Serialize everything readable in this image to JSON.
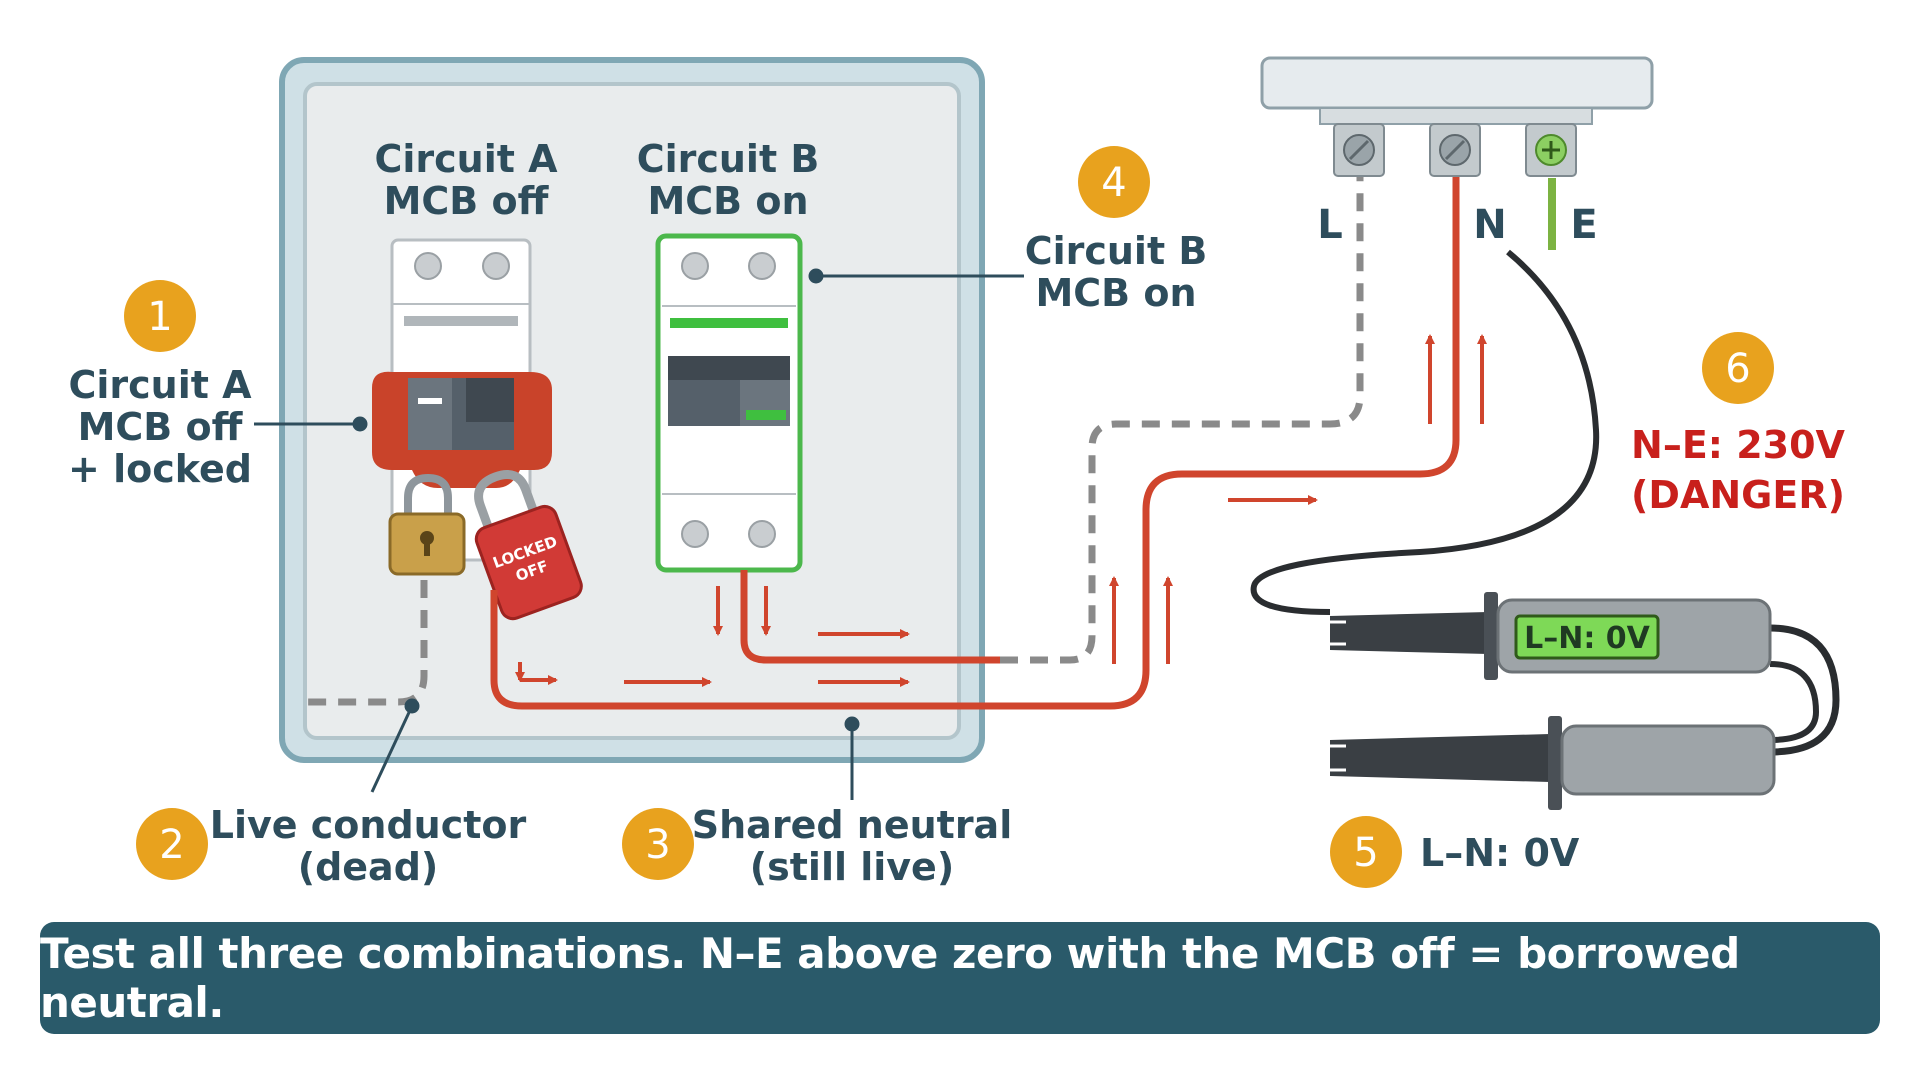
{
  "labels": {
    "circuit_a_top": [
      "Circuit A",
      "MCB off"
    ],
    "circuit_b_top": [
      "Circuit B",
      "MCB on"
    ],
    "callout_1": [
      "Circuit A",
      "MCB off",
      "+ locked"
    ],
    "callout_2": [
      "Live conductor",
      "(dead)"
    ],
    "callout_3": [
      "Shared neutral",
      "(still live)"
    ],
    "callout_4": [
      "Circuit B",
      "MCB on"
    ],
    "callout_5": "L–N: 0V",
    "callout_6": [
      "N–E: 230V",
      "(DANGER)"
    ]
  },
  "markers": [
    "1",
    "2",
    "3",
    "4",
    "5",
    "6"
  ],
  "terminals": {
    "live": "L",
    "neutral": "N",
    "earth": "E"
  },
  "padlock_tag": [
    "LOCKED",
    "OFF"
  ],
  "tester_display": "L–N: 0V",
  "banner": "Test all three combinations. N–E above zero with the MCB off = borrowed neutral.",
  "colors": {
    "live_dead": "#8a8a8a",
    "neutral_live": "#d0452d",
    "earth": "#7cb342",
    "marker": "#e8a21e",
    "breaker_on_outline": "#4cb84c",
    "lockout": "#c9432a",
    "danger_text": "#c8201c",
    "banner": "#2a5a6a"
  }
}
